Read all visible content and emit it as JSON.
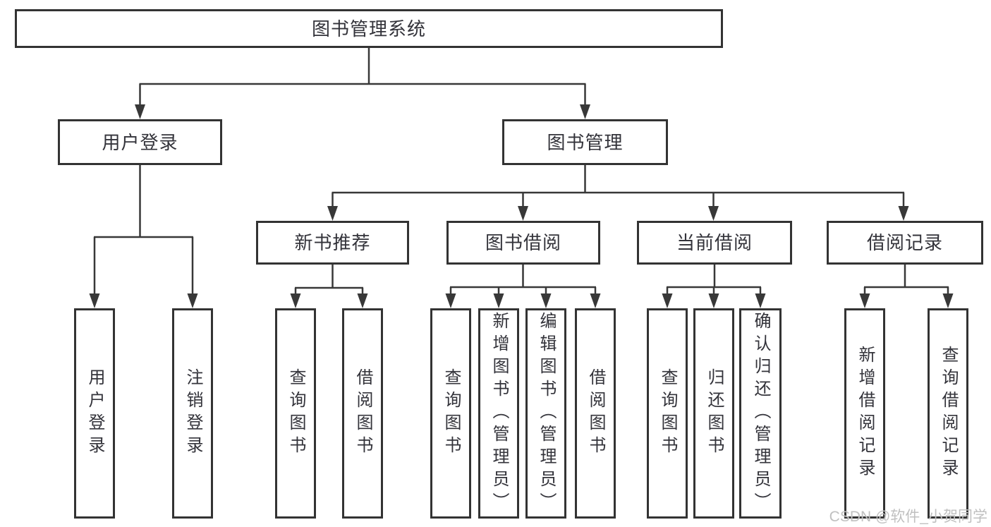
{
  "diagram": {
    "root": {
      "label": "图书管理系统"
    },
    "branches": [
      {
        "label": "用户登录",
        "children": [
          {
            "label": "用户登录"
          },
          {
            "label": "注销登录"
          }
        ]
      },
      {
        "label": "图书管理",
        "sections": [
          {
            "label": "新书推荐",
            "children": [
              {
                "label": "查询图书"
              },
              {
                "label": "借阅图书"
              }
            ]
          },
          {
            "label": "图书借阅",
            "children": [
              {
                "label": "查询图书"
              },
              {
                "label": "新增图书（管理员）"
              },
              {
                "label": "编辑图书（管理员）"
              },
              {
                "label": "借阅图书"
              }
            ]
          },
          {
            "label": "当前借阅",
            "children": [
              {
                "label": "查询图书"
              },
              {
                "label": "归还图书"
              },
              {
                "label": "确认归还（管理员）"
              }
            ]
          },
          {
            "label": "借阅记录",
            "children": [
              {
                "label": "新增借阅记录"
              },
              {
                "label": "查询借阅记录"
              }
            ]
          }
        ]
      }
    ]
  },
  "watermark": {
    "text": "CSDN @软件_小贺同学"
  },
  "colors": {
    "line": "#383838",
    "box_border": "#333333",
    "text": "#33333a",
    "watermark": "#c0c0c0",
    "background": "#ffffff"
  }
}
